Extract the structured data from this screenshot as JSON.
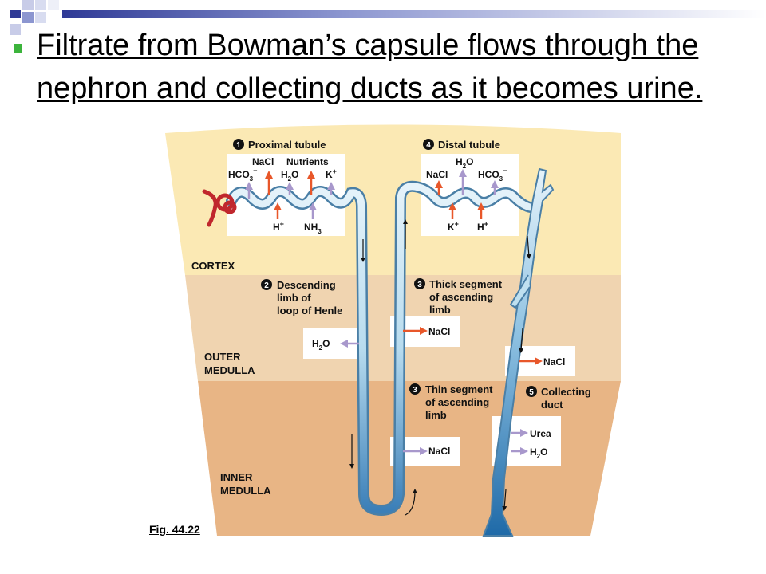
{
  "slide": {
    "title": "Filtrate from Bowman’s capsule flows through the nephron and collecting ducts as it becomes urine.",
    "figure_label": "Fig. 44.22"
  },
  "regions": {
    "cortex": "CORTEX",
    "outer_medulla": [
      "OUTER",
      "MEDULLA"
    ],
    "inner_medulla": [
      "INNER",
      "MEDULLA"
    ]
  },
  "steps": {
    "s1": {
      "num": "1",
      "label": "Proximal tubule"
    },
    "s2": {
      "num": "2",
      "lines": [
        "Descending",
        "limb of",
        "loop of Henle"
      ]
    },
    "s3a": {
      "num": "3",
      "lines": [
        "Thick segment",
        "of ascending",
        "limb"
      ]
    },
    "s3b": {
      "num": "3",
      "lines": [
        "Thin segment",
        "of ascending",
        "limb"
      ]
    },
    "s4": {
      "num": "4",
      "label": "Distal tubule"
    },
    "s5": {
      "num": "5",
      "lines": [
        "Collecting",
        "duct"
      ]
    }
  },
  "substances": {
    "nacl": "NaCl",
    "nutrients": "Nutrients",
    "hco3": "HCO",
    "h2o_h": "H",
    "h2o_o": "O",
    "sub2": "2",
    "sub3": "3",
    "minus": "−",
    "plus": "+",
    "k": "K",
    "h": "H",
    "nh": "NH",
    "urea": "Urea"
  },
  "colors": {
    "cortex": "#fbe9b4",
    "outer_medulla": "#f0d4b0",
    "inner_medulla": "#e8b585",
    "tubule_fill": "#d9ecf6",
    "tubule_stroke": "#4a7fa6",
    "duct_blue": "#3b7fb8",
    "orange_arrow": "#e8572a",
    "purple_arrow": "#a898cc",
    "capillary": "#c0272d",
    "bullet": "#3cb43c"
  }
}
